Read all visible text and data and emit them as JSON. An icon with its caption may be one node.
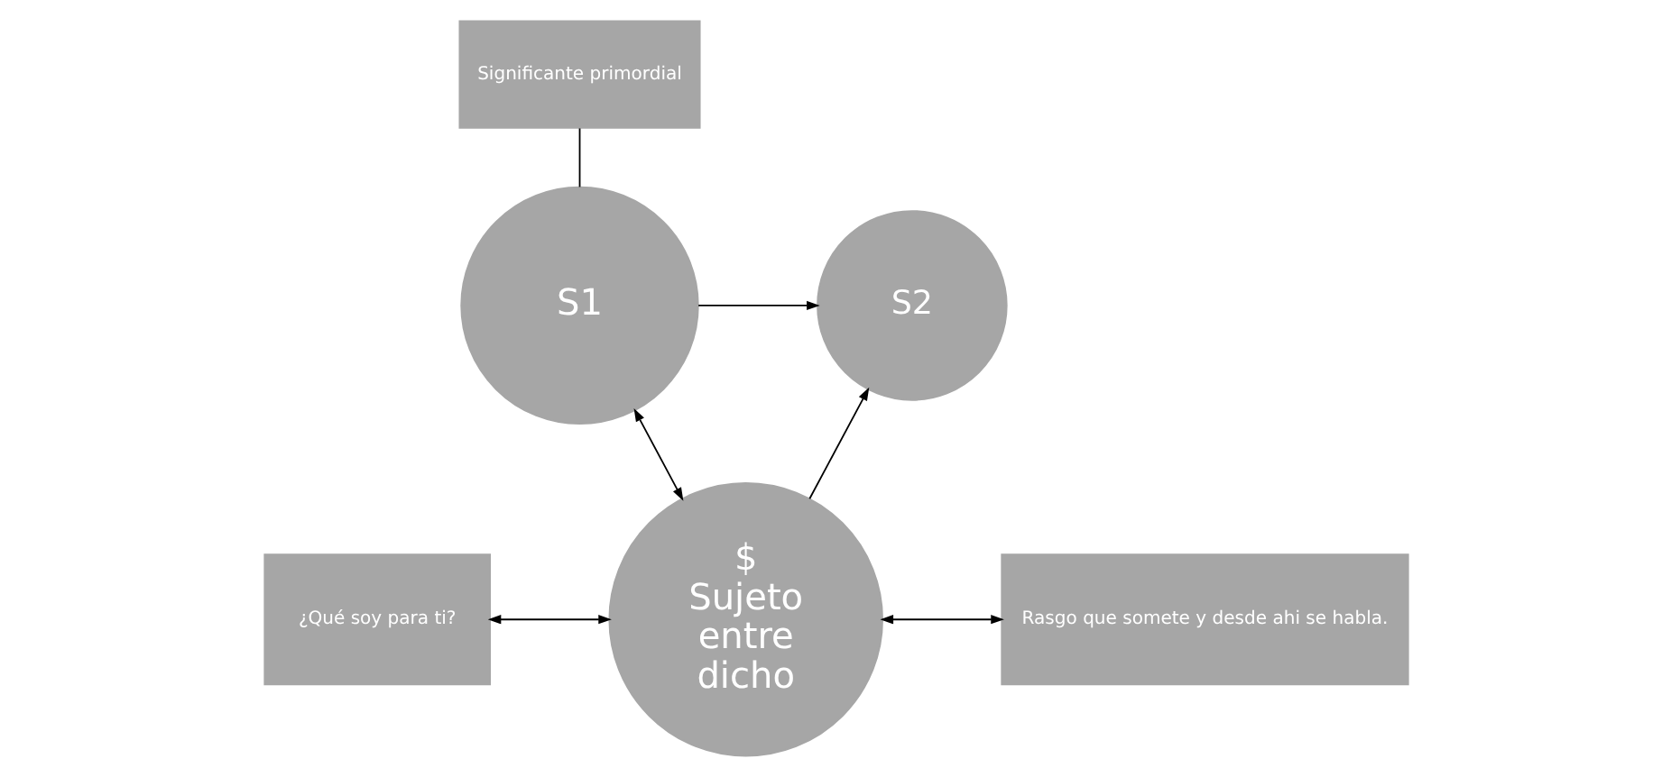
{
  "diagram": {
    "nodes": [
      {
        "text": [
          "Significante primordial"
        ]
      },
      {
        "text": [
          "S1"
        ]
      },
      {
        "text": [
          "S2"
        ]
      },
      {
        "text": [
          "$",
          "Sujeto entre dicho"
        ]
      },
      {
        "text": [
          "¿Qué soy para ti?"
        ]
      },
      {
        "text": [
          "Rasgo que somete y desde ahi se habla."
        ]
      }
    ],
    "edges": [
      {
        "from": 0,
        "to": 1,
        "arrow": "none"
      },
      {
        "from": 1,
        "to": 2,
        "arrow": "to"
      },
      {
        "from": 1,
        "to": 3,
        "arrow": "both"
      },
      {
        "from": 3,
        "to": 2,
        "arrow": "to"
      },
      {
        "from": 4,
        "to": 3,
        "arrow": "both"
      },
      {
        "from": 3,
        "to": 5,
        "arrow": "both"
      }
    ]
  }
}
